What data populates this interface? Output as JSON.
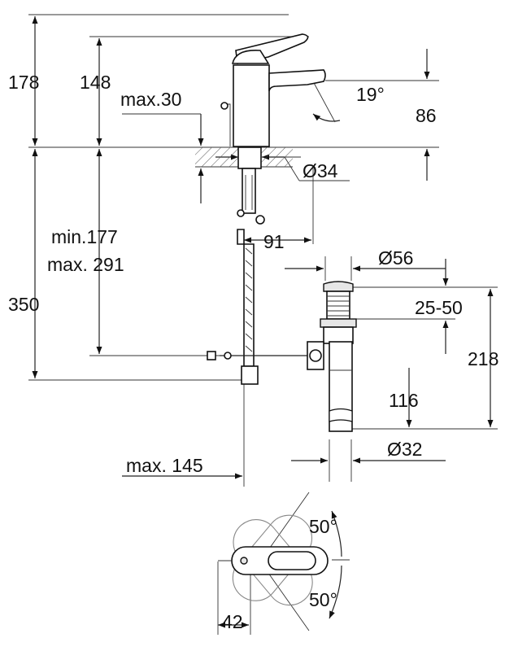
{
  "dimensions": {
    "total_height": "178",
    "spout_height": "148",
    "max_counter": "max.30",
    "spout_angle": "19°",
    "spout_reach_height": "86",
    "hole_diameter": "Ø34",
    "hose_min": "min.177",
    "hose_max": "max. 291",
    "hose_offset": "91",
    "drain_plug_diameter": "Ø56",
    "hose_length": "350",
    "drain_range": "25-50",
    "drain_length": "218",
    "tail_length": "116",
    "tail_diameter": "Ø32",
    "max_projection": "max. 145",
    "rotation_up": "50°",
    "rotation_down": "50°",
    "lever_offset": "42"
  }
}
